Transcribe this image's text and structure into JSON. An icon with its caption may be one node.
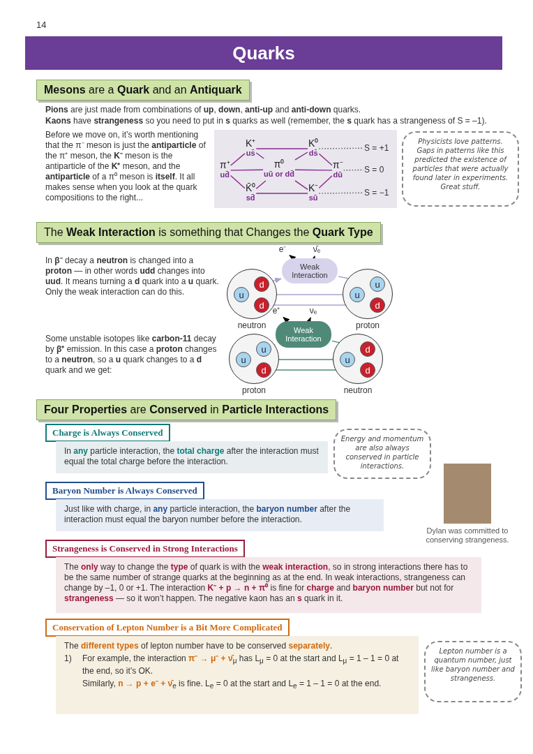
{
  "diagram": {
    "title": "Quarks",
    "nodes": [
      {
        "text": [
          "**Mesons** are a **Quark** and an **Antiquark**"
        ]
      },
      {
        "text": [
          "K⁺",
          "us̄"
        ]
      },
      {
        "text": [
          "K⁰",
          "ds̄"
        ]
      },
      {
        "text": [
          "π⁺",
          "ud̄"
        ]
      },
      {
        "text": [
          "π⁰",
          "uū or dd̄"
        ]
      },
      {
        "text": [
          "π⁻",
          "dū"
        ]
      },
      {
        "text": [
          "K̄⁰",
          "sd̄"
        ]
      },
      {
        "text": [
          "K⁻",
          "sū"
        ]
      },
      {
        "text": [
          "S = +1"
        ]
      },
      {
        "text": [
          "S = 0"
        ]
      },
      {
        "text": [
          "S = −1"
        ]
      },
      {
        "text": [
          "Physicists love patterns. Gaps in patterns like this predicted the existence of particles that were actually found later in experiments. Great stuff."
        ]
      },
      {
        "text": [
          "The **Weak Interaction** is something that Changes the **Quark Type**"
        ]
      },
      {
        "text": [],
        "shape": "circle",
        "beside": [
          "neutron"
        ]
      },
      {
        "text": [
          "d"
        ],
        "in": 13
      },
      {
        "text": [
          "u"
        ],
        "in": 13
      },
      {
        "text": [
          "d"
        ],
        "in": 13
      },
      {
        "text": [
          "Weak Interaction"
        ]
      },
      {
        "text": [],
        "shape": "circle",
        "beside": [
          "proton"
        ]
      },
      {
        "text": [
          "u"
        ],
        "in": 18
      },
      {
        "text": [
          "u"
        ],
        "in": 18
      },
      {
        "text": [
          "d"
        ],
        "in": 18
      },
      {
        "text": [
          "e⁻"
        ]
      },
      {
        "text": [
          "ν̄ₑ"
        ]
      },
      {
        "text": [],
        "shape": "circle",
        "beside": [
          "proton"
        ]
      },
      {
        "text": [
          "u"
        ],
        "in": 24
      },
      {
        "text": [
          "u"
        ],
        "in": 24
      },
      {
        "text": [
          "d"
        ],
        "in": 24
      },
      {
        "text": [
          "Weak Interaction"
        ]
      },
      {
        "text": [],
        "shape": "circle",
        "beside": [
          "neutron"
        ]
      },
      {
        "text": [
          "d"
        ],
        "in": 29
      },
      {
        "text": [
          "u"
        ],
        "in": 29
      },
      {
        "text": [
          "d"
        ],
        "in": 29
      },
      {
        "text": [
          "e⁺"
        ]
      },
      {
        "text": [
          "νₑ"
        ]
      },
      {
        "text": [
          "**Four Properties** are **Conserved** in **Particle Interactions**"
        ]
      },
      {
        "text": [
          "Charge is Always Conserved"
        ]
      },
      {
        "text": [
          "In **any** particle interaction, the **total charge** after the interaction must equal the total charge before the interaction."
        ]
      },
      {
        "text": [
          "Energy and momentum are also always conserved in particle interactions."
        ]
      },
      {
        "text": [],
        "shape": "box",
        "beside": [
          "Dylan was committed to conserving strangeness."
        ]
      },
      {
        "text": [
          "Baryon Number is Always Conserved"
        ]
      },
      {
        "text": [
          "Just like with charge, in **any** particle interaction, the **baryon number** after the interaction must equal the baryon number before the interaction."
        ]
      },
      {
        "text": [
          "Strangeness is Conserved in Strong Interactions"
        ]
      },
      {
        "text": [
          "The **only** way to change the **type** of quark is with the **weak interaction**, so in strong interactions there has to be the same number of strange quarks at the beginning as at the end. In weak interactions, strangeness can change by –1, 0 or +1. The interaction **K⁻ + p → n + π⁰** is fine for **charge** and **baryon number** but not for **strangeness** — so it won’t happen. The negative kaon has an **s** quark in it."
        ]
      },
      {
        "text": [
          "Conservation of Lepton Number is a Bit More Complicated"
        ]
      },
      {
        "text": [
          "The **different types** of lepton number have to be conserved **separately**.",
          "1)",
          "For example, the interaction **π⁻ → μ⁻ + ν̄**$_{μ}$ has L$_{μ}$ = 0 at the start and L$_{μ}$ = 1 – 1 = 0 at the end, so it’s OK.",
          "Similarly, **n → p + e⁻ + ν̄**$_{e}$ is fine. L$_{e}$ = 0 at the start and L$_{e}$ = 1 – 1 = 0 at the end."
        ]
      },
      {
        "text": [
          "Lepton number is a quantum number, just like baryon number and strangeness."
        ]
      }
    ],
    "edges": [
      {
        "from": 1,
        "to": 2,
        "arrow": "none"
      },
      {
        "from": 3,
        "to": 1,
        "arrow": "none"
      },
      {
        "from": 1,
        "to": 4,
        "arrow": "none"
      },
      {
        "from": 2,
        "to": 4,
        "arrow": "none"
      },
      {
        "from": 2,
        "to": 5,
        "arrow": "none"
      },
      {
        "from": 3,
        "to": 4,
        "arrow": "none"
      },
      {
        "from": 4,
        "to": 5,
        "arrow": "none"
      },
      {
        "from": 3,
        "to": 6,
        "arrow": "none"
      },
      {
        "from": 6,
        "to": 4,
        "arrow": "none"
      },
      {
        "from": 4,
        "to": 7,
        "arrow": "none"
      },
      {
        "from": 6,
        "to": 7,
        "arrow": "none"
      },
      {
        "from": 5,
        "to": 7,
        "arrow": "none"
      },
      {
        "from": 2,
        "to": 8,
        "arrow": "none",
        "style": "dashed",
        "color": "#555555"
      },
      {
        "from": 5,
        "to": 9,
        "arrow": "none",
        "style": "dashed",
        "color": "#555555"
      },
      {
        "from": 7,
        "to": 10,
        "arrow": "none",
        "style": "dashed",
        "color": "#555555"
      },
      {
        "from": 14,
        "to": 17,
        "arrow": "to",
        "color": "#a9a3cf"
      },
      {
        "from": 17,
        "to": 19,
        "arrow": "to",
        "color": "#a9a3cf"
      },
      {
        "from": 15,
        "to": 20,
        "arrow": "to",
        "color": "#a9a3cf"
      },
      {
        "from": 16,
        "to": 21,
        "arrow": "to",
        "color": "#a9a3cf"
      },
      {
        "from": 17,
        "to": 22,
        "arrow": "to",
        "color": "#000000"
      },
      {
        "from": 17,
        "to": 23,
        "arrow": "to",
        "color": "#000000"
      },
      {
        "from": 25,
        "to": 28,
        "arrow": "to",
        "color": "#4f8a78"
      },
      {
        "from": 28,
        "to": 30,
        "arrow": "to",
        "color": "#4f8a78"
      },
      {
        "from": 26,
        "to": 31,
        "arrow": "to",
        "color": "#4f8a78"
      },
      {
        "from": 27,
        "to": 32,
        "arrow": "to",
        "color": "#4f8a78"
      },
      {
        "from": 28,
        "to": 33,
        "arrow": "to",
        "color": "#000000"
      },
      {
        "from": 28,
        "to": 34,
        "arrow": "to",
        "color": "#000000"
      }
    ],
    "labels": [
      "14",
      "**Pions** are just made from combinations of **up**, **down**, **anti-up** and **anti-down** quarks.",
      "**Kaons** have **strangeness** so you need to put in **s** quarks as well (remember, the **s** quark has a strangeness of S = –1).",
      "Before we move on, it’s worth mentioning that the π⁻ meson is just the **antiparticle** of the π⁺ meson, the **K⁻** meson is the antiparticle of the **K⁺** meson, and the **antiparticle** of a π⁰ meson is **itself**. It all makes sense when you look at the quark compositions to the right...",
      "In **β⁻** decay a **neutron** is changed into a **proton** — in other words **udd** changes into **uud**. It means turning a **d** quark into a **u** quark. Only the weak interaction can do this.",
      "Some unstable isotopes like **carbon-11** decay by **β⁺** emission. In this case a **proton** changes to a **neutron**, so a **u** quark changes to a **d** quark and we get:"
    ]
  }
}
